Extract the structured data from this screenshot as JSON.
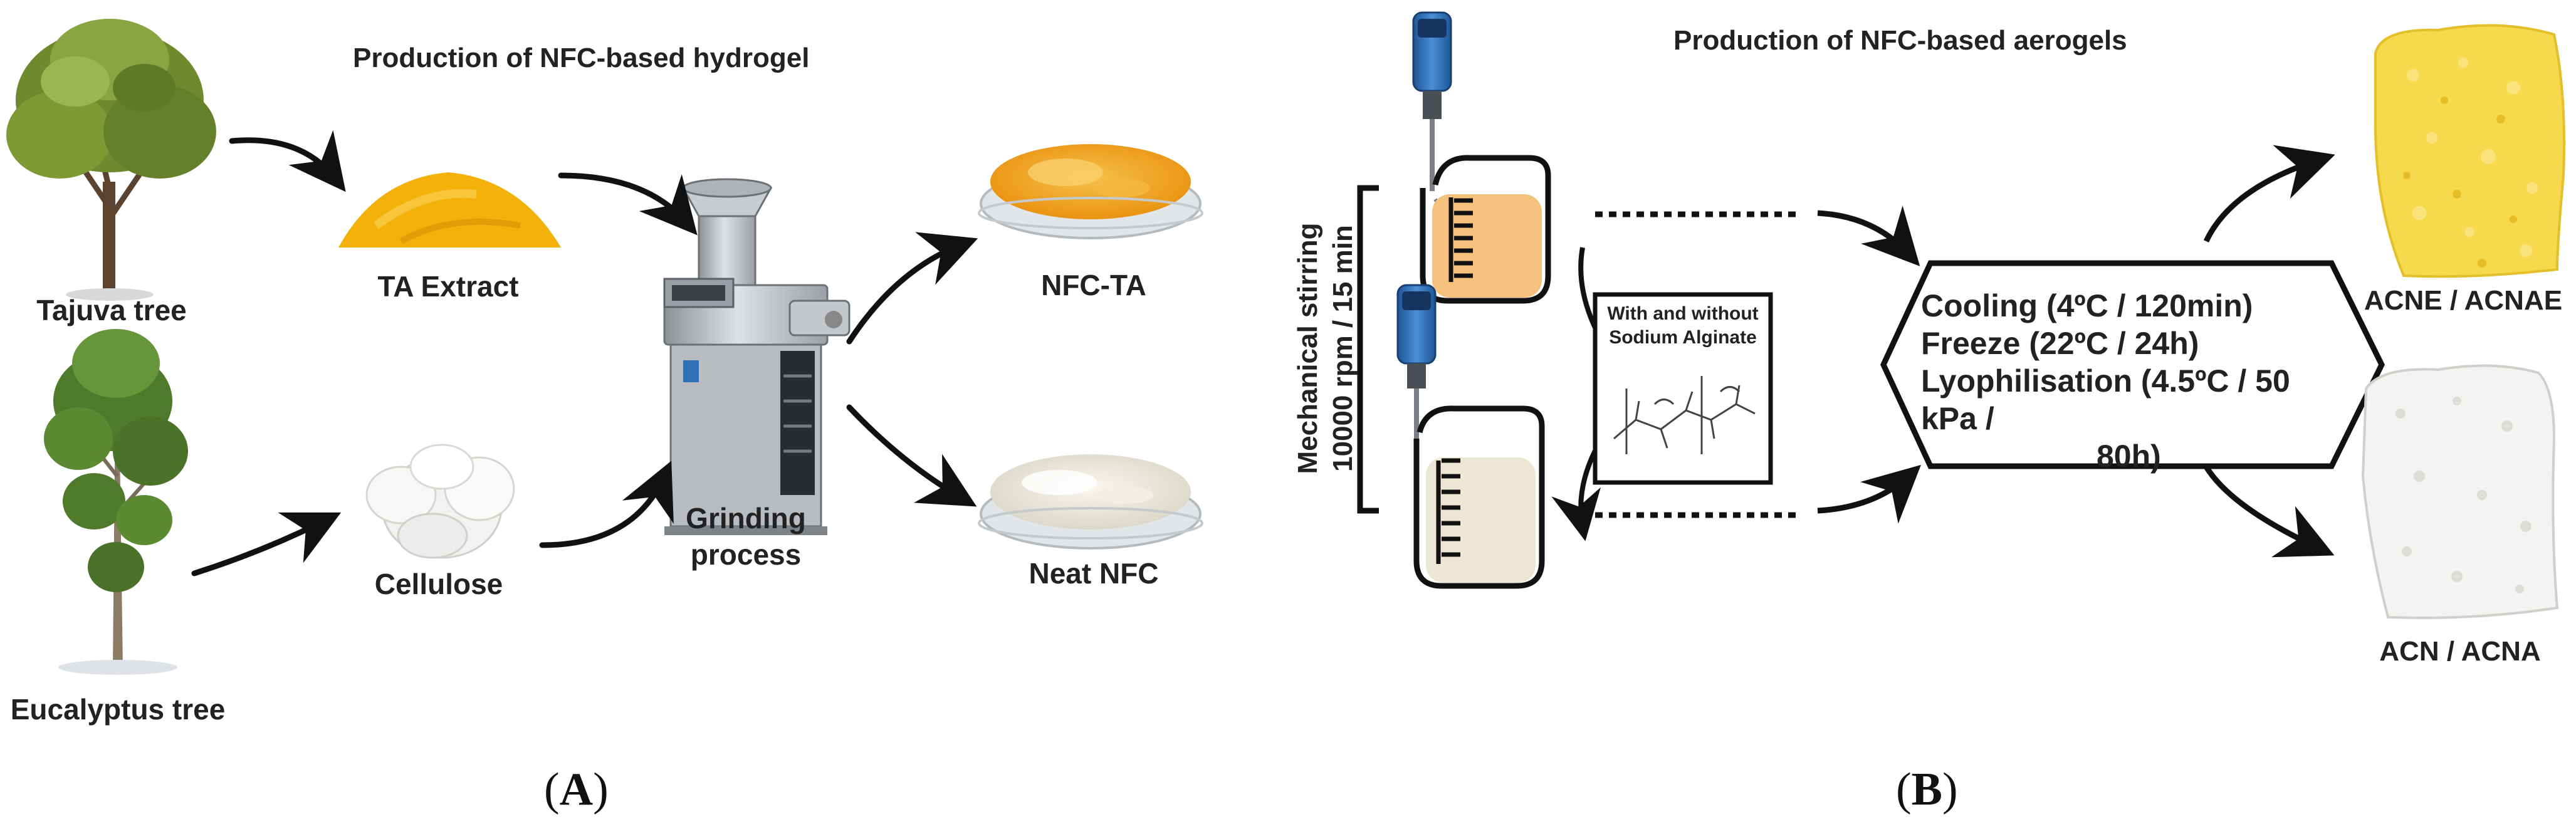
{
  "panel_a": {
    "title": "Production of NFC-based hydrogel",
    "tajuva_tree": "Tajuva tree",
    "eucalyptus_tree": "Eucalyptus tree",
    "ta_extract": "TA Extract",
    "cellulose": "Cellulose",
    "grinding_line1": "Grinding",
    "grinding_line2": "process",
    "nfc_ta": "NFC-TA",
    "neat_nfc": "Neat NFC",
    "letter": "A"
  },
  "panel_b": {
    "title": "Production of NFC-based aerogels",
    "stirring_line1": "Mechanical stirring",
    "stirring_line2": "10000 rpm / 15 min",
    "alginate_line1": "With and without",
    "alginate_line2": "Sodium Alginate",
    "process_lines": [
      "Cooling (4ºC / 120min)",
      "Freeze (22ºC / 24h)",
      "Lyophilisation (4.5ºC / 50 kPa /",
      "80h)"
    ],
    "acne": "ACNE / ACNAE",
    "acn": "ACN / ACNA",
    "letter": "B"
  },
  "colors": {
    "text": "#222222",
    "tajuva_foliage": "#6f8a2e",
    "eucalyptus_foliage": "#4f7a2c",
    "ta_extract": "#f3b10a",
    "cellulose": "#f2f2f0",
    "grinder_steel": "#b8bcc0",
    "nfc_ta_gel": "#f2a31a",
    "neat_nfc_gel": "#ece9dc",
    "orange_beaker_fill": "#f4c27c",
    "white_beaker_fill": "#ece6d2",
    "stirrer_blue": "#2f6fb5",
    "yellow_aerogel": "#f6d94c",
    "white_aerogel": "#f3f3f1"
  }
}
